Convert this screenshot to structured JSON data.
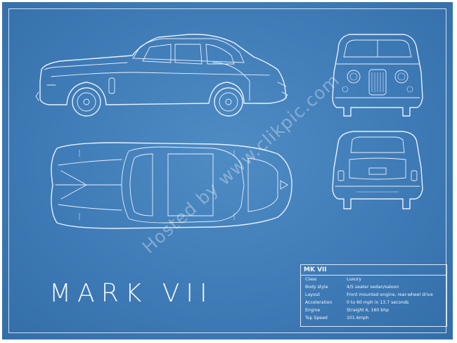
{
  "poster": {
    "title": "MARK VII",
    "watermark": "Hosted by www.clikpic.com",
    "colors": {
      "background": "#3f7bb6",
      "lines": "#e6f1ff"
    }
  },
  "specs": {
    "heading": "MK VII",
    "rows": [
      {
        "label": "Class",
        "value": "Luxury"
      },
      {
        "label": "Body style",
        "value": "4/5 seater sedan/saloon"
      },
      {
        "label": "Layout",
        "value": "Front mounted engine, rear-wheel drive"
      },
      {
        "label": "Acceleration",
        "value": "0 to 60 mph in 13.7 seconds"
      },
      {
        "label": "Engine",
        "value": "Straight 6, 160 bhp"
      },
      {
        "label": "Top Speed",
        "value": "101.6mph"
      }
    ]
  }
}
